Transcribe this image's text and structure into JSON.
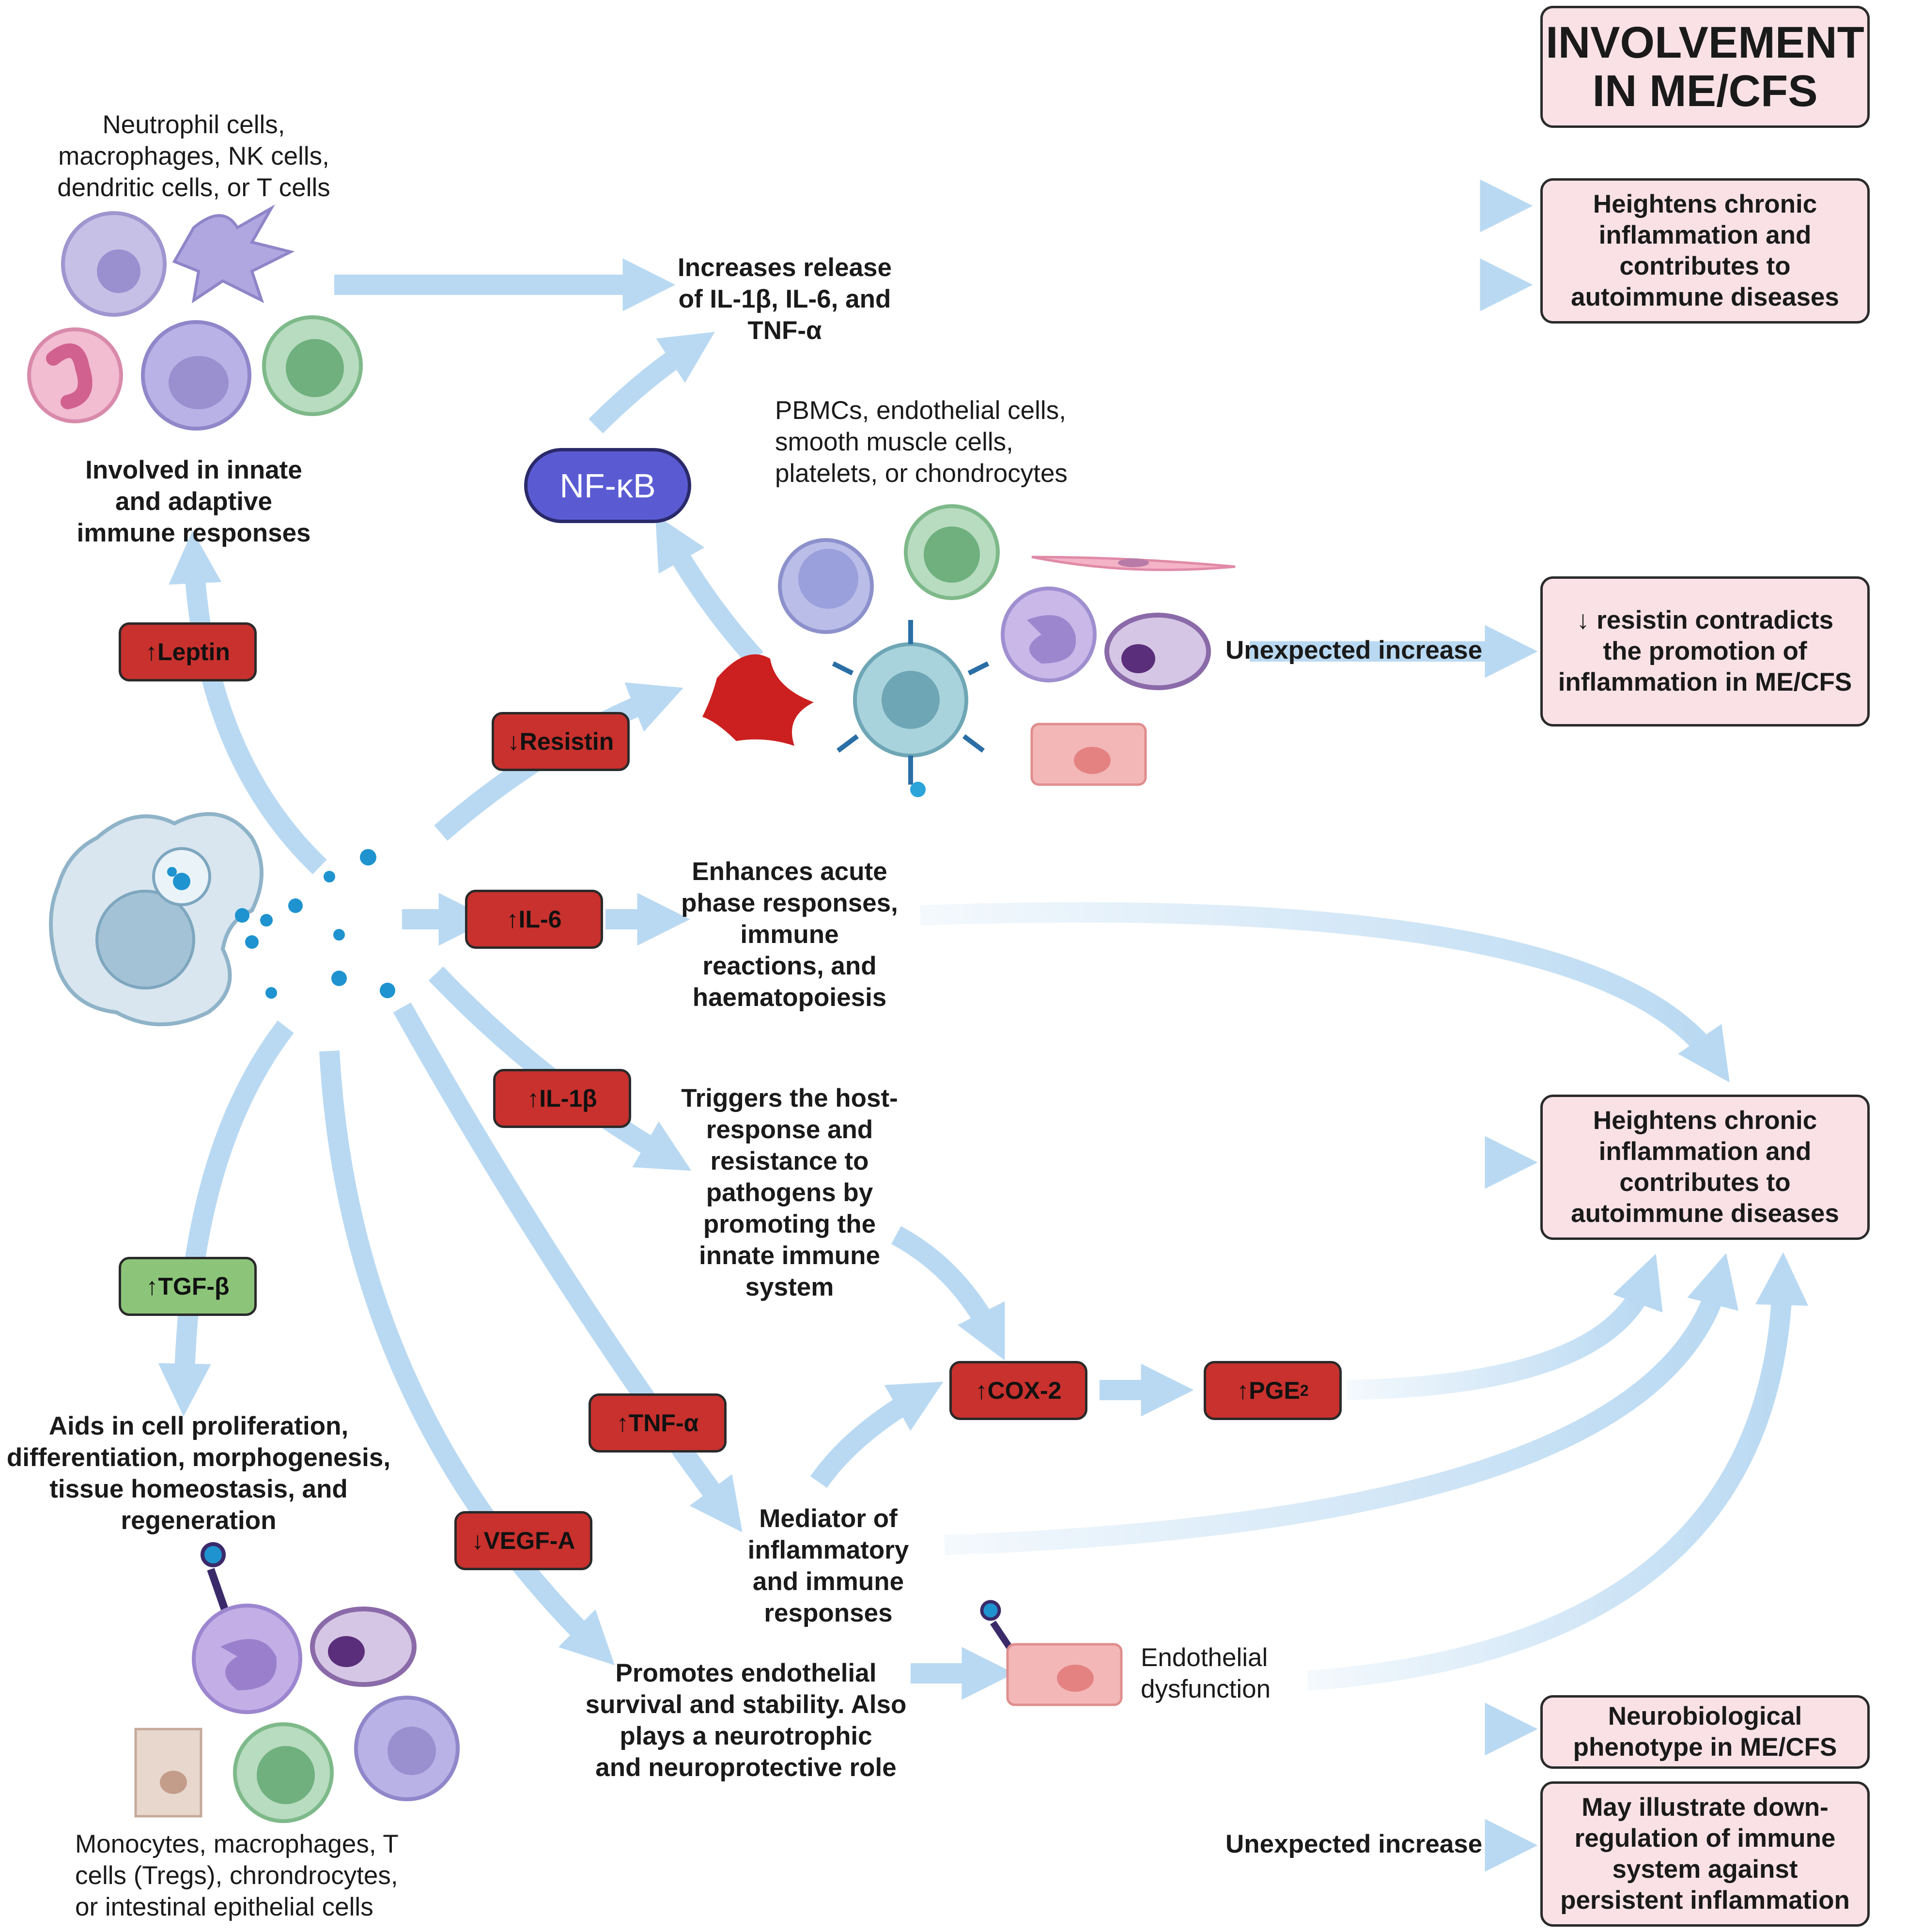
{
  "title": "INVOLVEMENT\nIN ME/CFS",
  "mediators": {
    "leptin": "↑Leptin",
    "resistin": "↓Resistin",
    "il6": "↑IL-6",
    "il1b": "↑IL-1β",
    "tgfb": "↑TGF-β",
    "tnfa": "↑TNF-α",
    "vegfa": "↓VEGF-A",
    "cox2": "↑COX-2",
    "pge2": "↑PGE",
    "pge2_sub": "2",
    "nfkb": "NF-κB"
  },
  "cell_labels": {
    "leptin_cells": "Neutrophil cells,\nmacrophages, NK cells,\ndendritic cells, or T cells",
    "resistin_cells": "PBMCs, endothelial cells,\nsmooth muscle cells,\nplatelets, or chondrocytes",
    "tgfb_cells": "Monocytes, macrophages, T\ncells (Tregs), chrondrocytes,\nor intestinal epithelial cells",
    "endothelial": "Endothelial\ndysfunction"
  },
  "effects": {
    "leptin_role": "Involved in innate\nand adaptive\nimmune responses",
    "cytokine_release": "Increases release\nof IL-1β, IL-6, and\nTNF-α",
    "il6_effect": "Enhances acute\nphase responses,\nimmune\nreactions, and\nhaematopoiesis",
    "il1b_effect": "Triggers the host-\nresponse and\nresistance to\npathogens by\npromoting the\ninnate immune\nsystem",
    "tgfb_effect": "Aids in cell proliferation,\ndifferentiation, morphogenesis,\ntissue homeostasis, and\nregeneration",
    "tnfa_effect": "Mediator of\ninflammatory\nand immune\nresponses",
    "vegfa_effect": "Promotes endothelial\nsurvival and stability. Also\nplays a neurotrophic\nand neuroprotective role",
    "unexpected_1": "Unexpected increase",
    "unexpected_2": "Unexpected increase"
  },
  "outcomes": {
    "chronic_1": "Heightens chronic\ninflammation and\ncontributes to\nautoimmune diseases",
    "resistin": "↓ resistin contradicts\nthe promotion of\ninflammation in ME/CFS",
    "chronic_2": "Heightens chronic\ninflammation and\ncontributes to\nautoimmune diseases",
    "neuro": "Neurobiological\nphenotype in ME/CFS",
    "downreg": "May illustrate down-\nregulation of immune\nsystem against\npersistent inflammation"
  },
  "colors": {
    "arrow": "#b9d9f2",
    "mediator_up": "#c8312d",
    "mediator_green": "#8cc57a",
    "outcome_fill": "#f9e1e6",
    "nfkb": "#5a5bd3"
  }
}
